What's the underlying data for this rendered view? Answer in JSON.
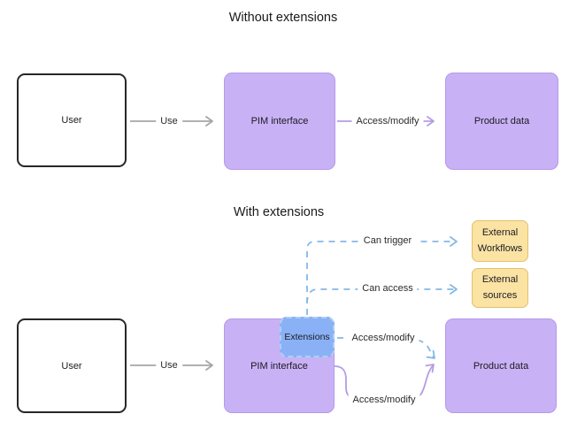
{
  "without": {
    "title": "Without extensions",
    "nodes": {
      "user": "User",
      "pim": "PIM interface",
      "product": "Product data"
    },
    "edges": {
      "use": "Use",
      "access_modify": "Access/modify"
    }
  },
  "with": {
    "title": "With extensions",
    "nodes": {
      "user": "User",
      "pim": "PIM interface",
      "extensions": "Extensions",
      "product": "Product data",
      "external_workflows": "External Workflows",
      "external_sources": "External sources"
    },
    "edges": {
      "use": "Use",
      "can_trigger": "Can trigger",
      "can_access": "Can access",
      "access_modify_extensions": "Access/modify",
      "access_modify_pim": "Access/modify"
    }
  },
  "colors": {
    "purple_fill": "#c9b1f6",
    "purple_border": "#b49ae8",
    "blue_fill": "#8ab1f5",
    "blue_dashed_border": "#aed0f2",
    "yellow_fill": "#fbe3a4",
    "yellow_border": "#e3c06e",
    "user_border": "#27272a",
    "gray_arrow": "#a6a6a6",
    "purple_arrow": "#b49ce4",
    "blue_arrow": "#84b8e8",
    "text": "#1b1b20"
  }
}
